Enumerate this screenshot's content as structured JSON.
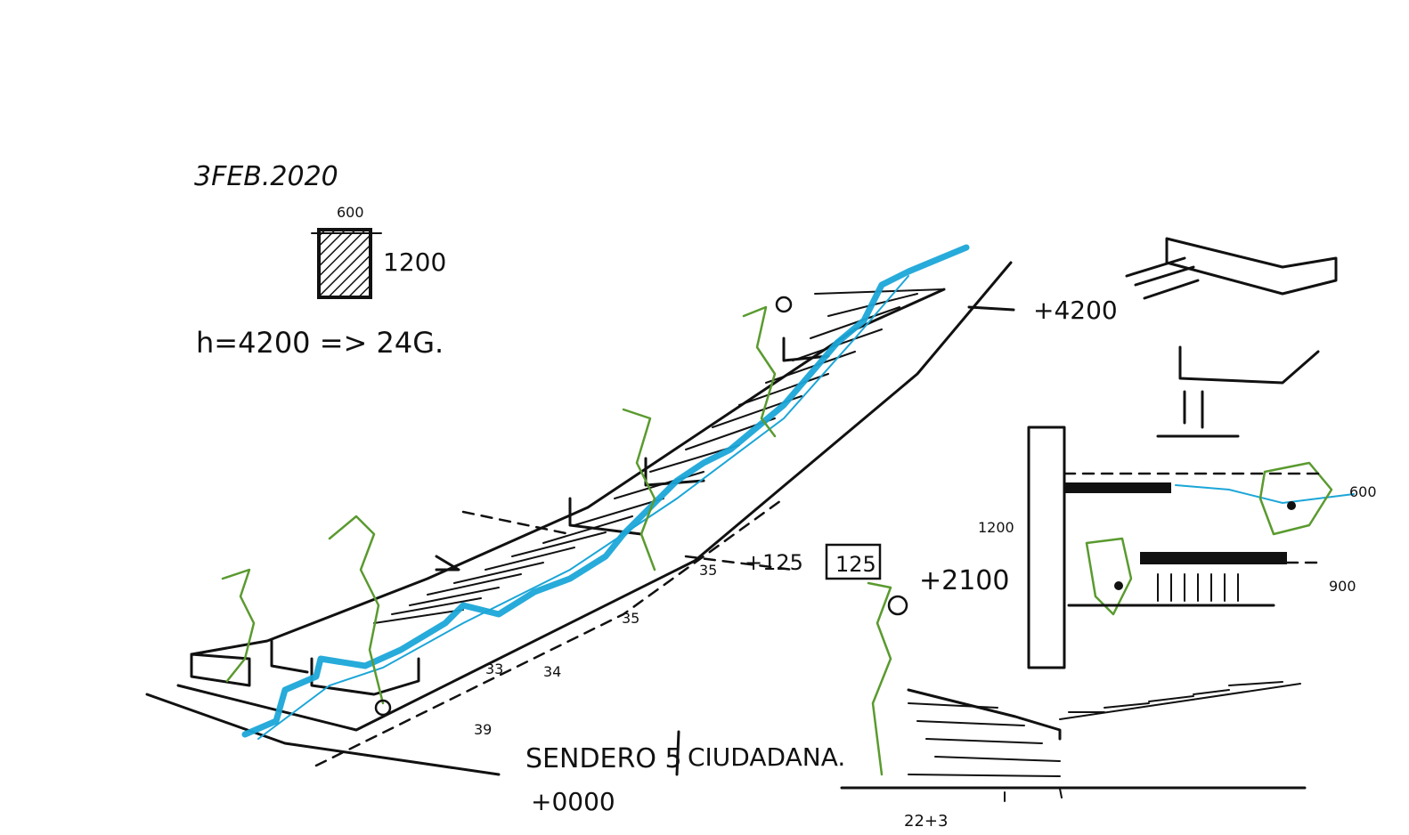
{
  "annotations": {
    "date": "3FEB.2020",
    "block_width": "600",
    "block_height": "1200",
    "formula": "h=4200 => 24G.",
    "level_top": "+4200",
    "level_mid": "+2100",
    "level_base": "+0000",
    "step_rise": "+125",
    "step_box": "125",
    "step_35a": "35",
    "step_35b": "35",
    "step_34": "34",
    "step_33": "33",
    "step_39": "39",
    "path_label": "SENDERO 5",
    "path_label_2": "CIUDADANA.",
    "section_1200": "1200",
    "section_600": "600",
    "section_900": "900",
    "bottom_dim": "22+3"
  },
  "colors": {
    "ink": "#111111",
    "water": "#1ba6d8",
    "vegetation": "#5a9a2f"
  }
}
